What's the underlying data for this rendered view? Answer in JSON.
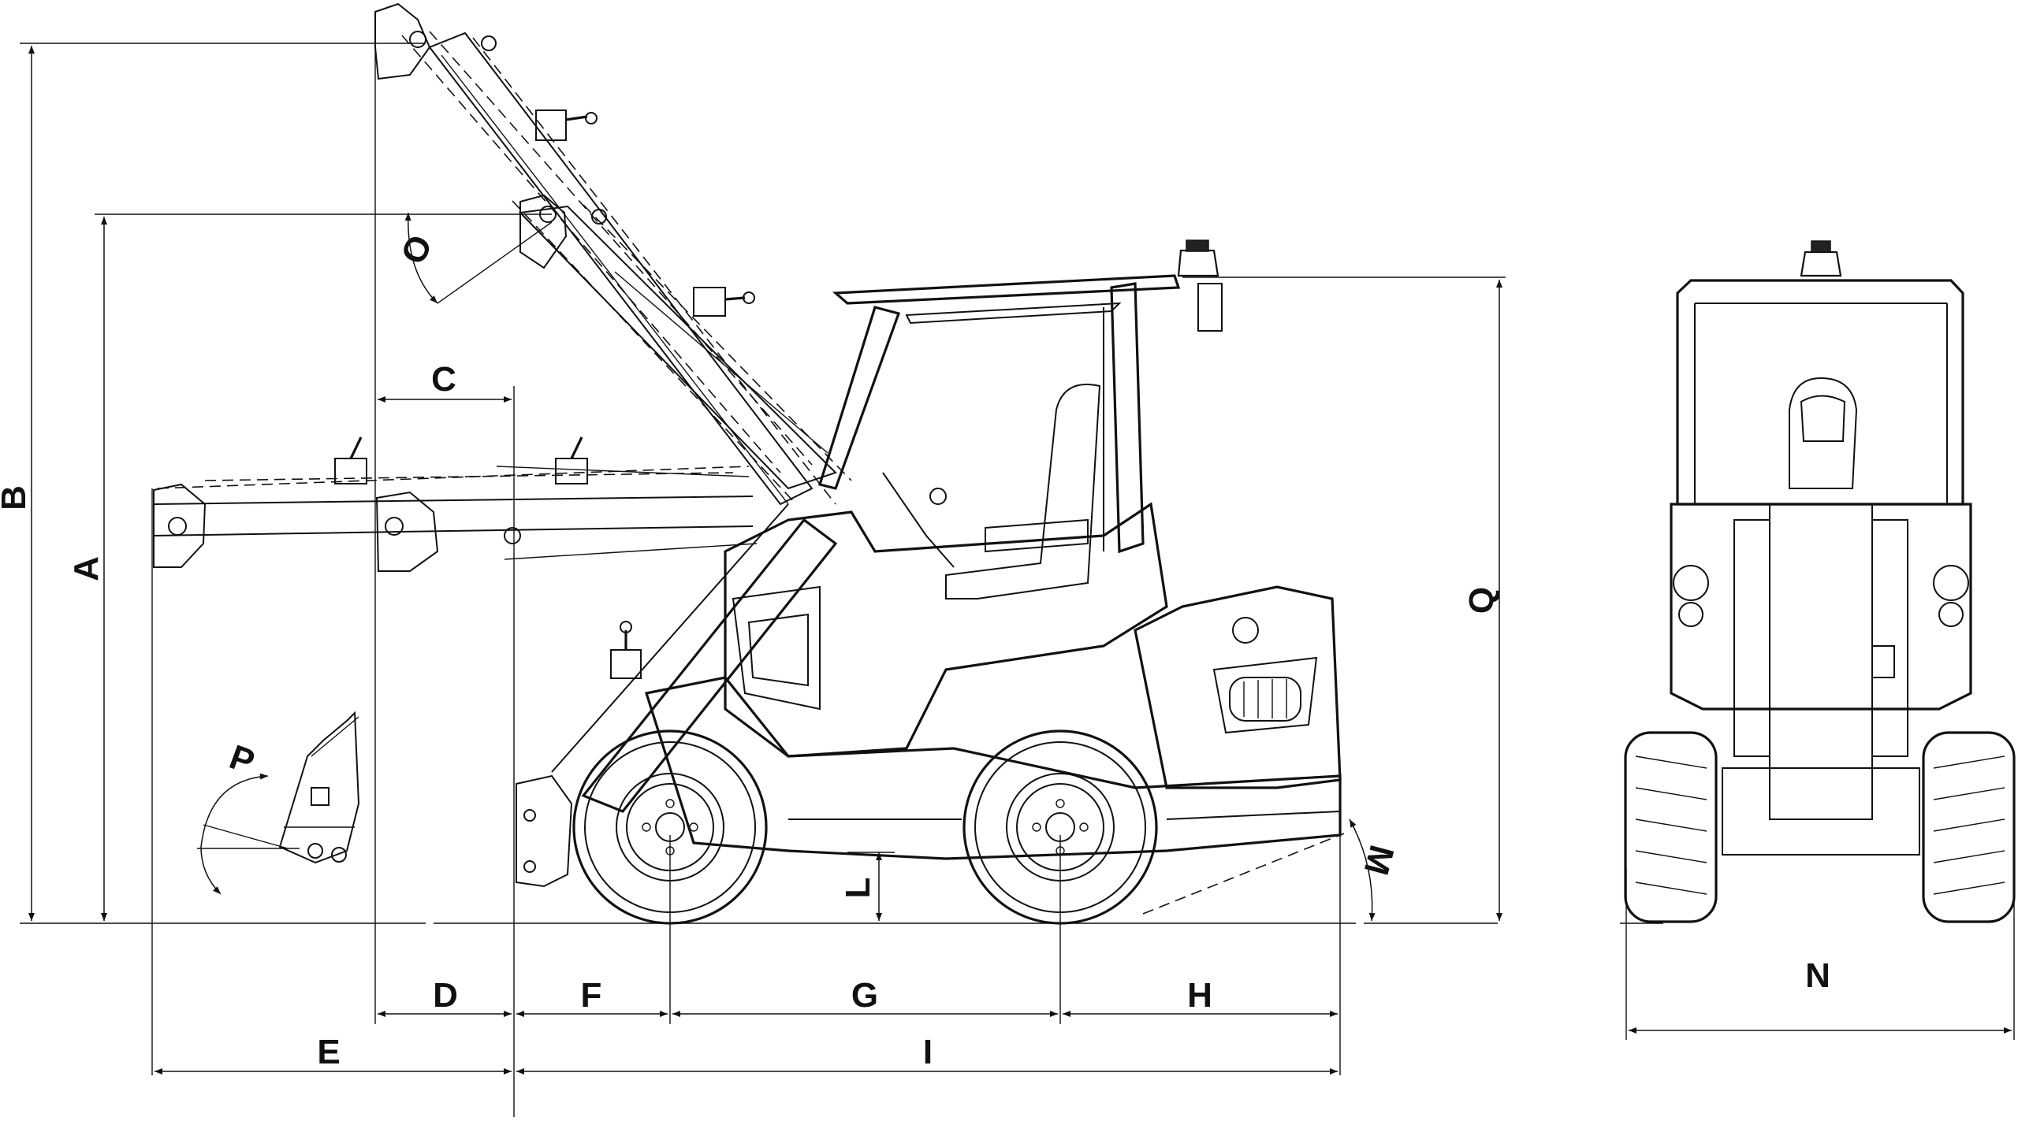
{
  "diagram": {
    "dimension_labels": {
      "A": "A",
      "B": "B",
      "C": "C",
      "D": "D",
      "E": "E",
      "F": "F",
      "G": "G",
      "H": "H",
      "I": "I",
      "L": "L",
      "M": "M",
      "N": "N",
      "O": "O",
      "P": "P",
      "Q": "Q"
    }
  },
  "colors": {
    "line": "#111111",
    "background": "#ffffff"
  }
}
